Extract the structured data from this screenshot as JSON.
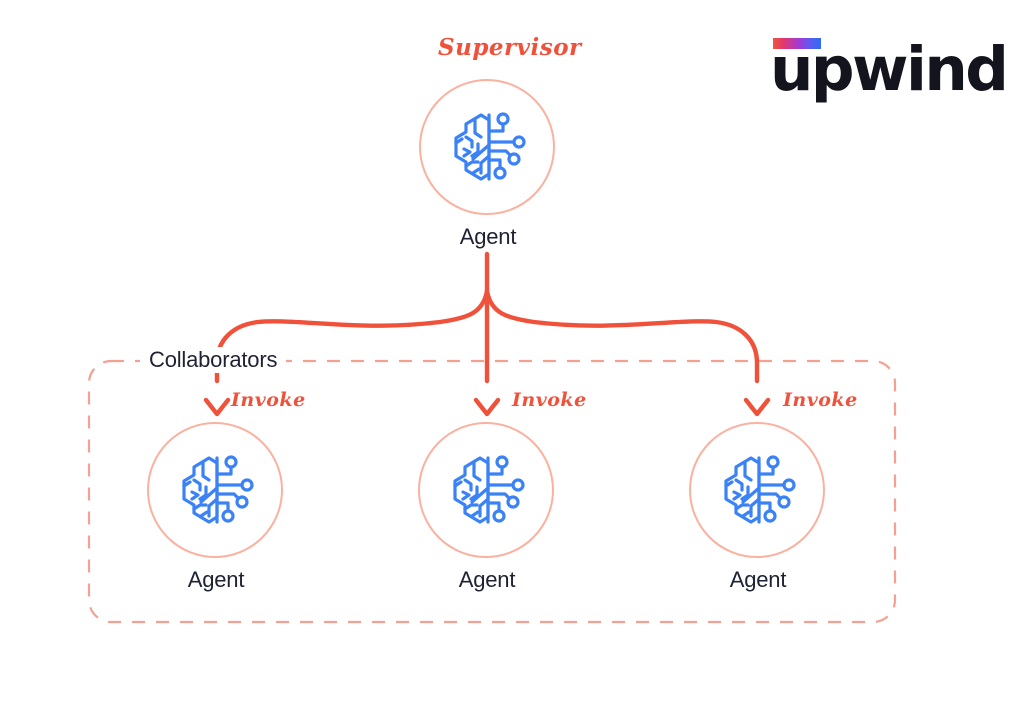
{
  "brand": {
    "logo_text": "upwind",
    "logo_accent_colors": [
      "#F0553C",
      "#A13BD6",
      "#2E6BF5"
    ],
    "logo_wordmark_color": "#14141e"
  },
  "diagram": {
    "background_color": "#ffffff",
    "accent_color": "#F0513A",
    "ring_color": "#FAB1A0",
    "icon_color": "#3B82F6",
    "text_color": "#1f2233",
    "supervisor": {
      "annotation": "Supervisor",
      "label": "Agent",
      "icon": "ai-brain-circuit-icon"
    },
    "group": {
      "title": "Collaborators",
      "border_style": "dashed",
      "border_color": "#F4A093"
    },
    "collaborators": [
      {
        "edge_label": "Invoke",
        "label": "Agent",
        "icon": "ai-brain-circuit-icon"
      },
      {
        "edge_label": "Invoke",
        "label": "Agent",
        "icon": "ai-brain-circuit-icon"
      },
      {
        "edge_label": "Invoke",
        "label": "Agent",
        "icon": "ai-brain-circuit-icon"
      }
    ]
  }
}
